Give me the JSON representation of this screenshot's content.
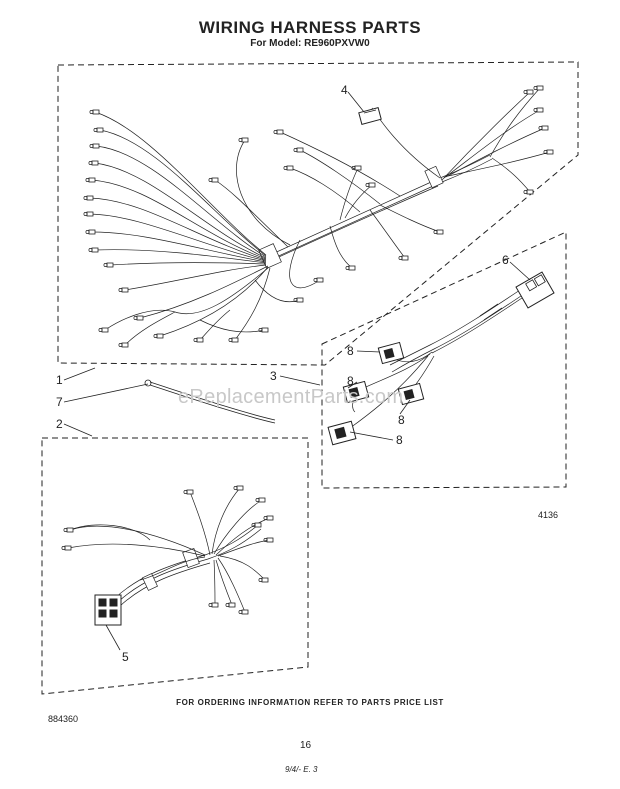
{
  "header": {
    "title": "WIRING HARNESS PARTS",
    "model_line": "For Model: RE960PXVW0"
  },
  "callouts": [
    "1",
    "2",
    "3",
    "4",
    "5",
    "6",
    "7",
    "8",
    "8",
    "8",
    "8"
  ],
  "figure_number": "4136",
  "watermark": "eReplacementParts.com",
  "footer": {
    "ordering_note": "FOR ORDERING INFORMATION REFER TO PARTS PRICE LIST",
    "part_number": "884360",
    "page_number": "16",
    "handwritten": "9/4/- E. 3"
  }
}
